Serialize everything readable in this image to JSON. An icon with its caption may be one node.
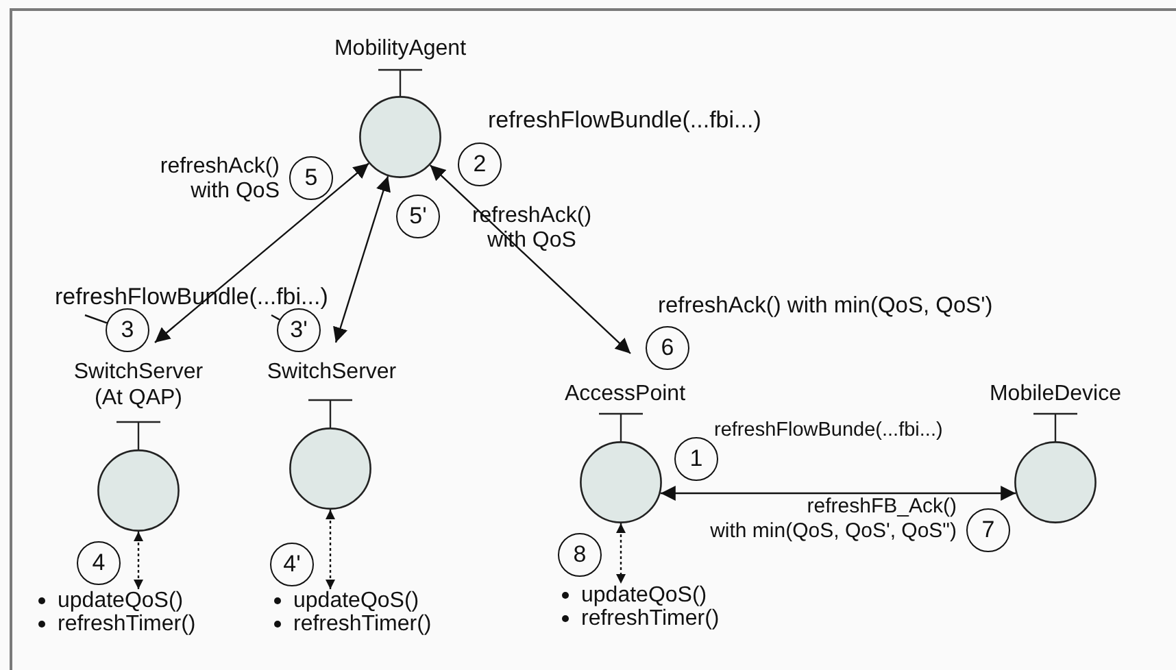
{
  "diagram": {
    "nodes": [
      {
        "text": [
          "MobilityAgent"
        ]
      },
      {
        "text": [
          "2"
        ]
      },
      {
        "text": [
          "5"
        ]
      },
      {
        "text": [
          "5'"
        ]
      },
      {
        "text": [
          "refreshFlowBundle(...fbi...)"
        ]
      },
      {
        "text": [
          "3"
        ]
      },
      {
        "text": [
          "3'"
        ]
      },
      {
        "text": [
          "6"
        ]
      },
      {
        "text": [
          "SwitchServer (At QAP)"
        ]
      },
      {
        "text": [
          "SwitchServer"
        ]
      },
      {
        "text": [
          "AccessPoint"
        ]
      },
      {
        "text": [
          "MobileDevice"
        ]
      },
      {
        "text": [
          "1"
        ]
      },
      {
        "text": [
          "4"
        ]
      },
      {
        "text": [
          "4'"
        ]
      },
      {
        "text": [
          "7"
        ]
      },
      {
        "text": [
          "8"
        ]
      },
      {
        "text": [
          "updateQoS()",
          "refreshTimer()"
        ]
      },
      {
        "text": [
          "updateQoS()",
          "refreshTimer()"
        ]
      },
      {
        "text": [
          "updateQoS()",
          "refreshTimer()"
        ]
      }
    ],
    "edges": [
      {
        "from": 0,
        "to": 8,
        "arrow": "both"
      },
      {
        "from": 0,
        "to": 9,
        "arrow": "both"
      },
      {
        "from": 0,
        "to": 10,
        "arrow": "both"
      },
      {
        "from": 5,
        "to": 4,
        "arrow": "none"
      },
      {
        "from": 6,
        "to": 4,
        "arrow": "none"
      },
      {
        "from": 10,
        "to": 11,
        "arrow": "both"
      },
      {
        "from": 8,
        "to": 17,
        "arrow": "both",
        "style": "dashed"
      },
      {
        "from": 9,
        "to": 18,
        "arrow": "both",
        "style": "dashed"
      },
      {
        "from": 10,
        "to": 19,
        "arrow": "both",
        "style": "dashed"
      }
    ],
    "labels": [
      "refreshFlowBundle(...fbi...)",
      "refreshAck() with QoS",
      "refreshAck() with QoS",
      "refreshAck() with min(QoS, QoS')",
      "refreshFlowBunde(...fbi...)",
      "refreshFB_Ack() with min(QoS, QoS', QoS\")"
    ]
  }
}
